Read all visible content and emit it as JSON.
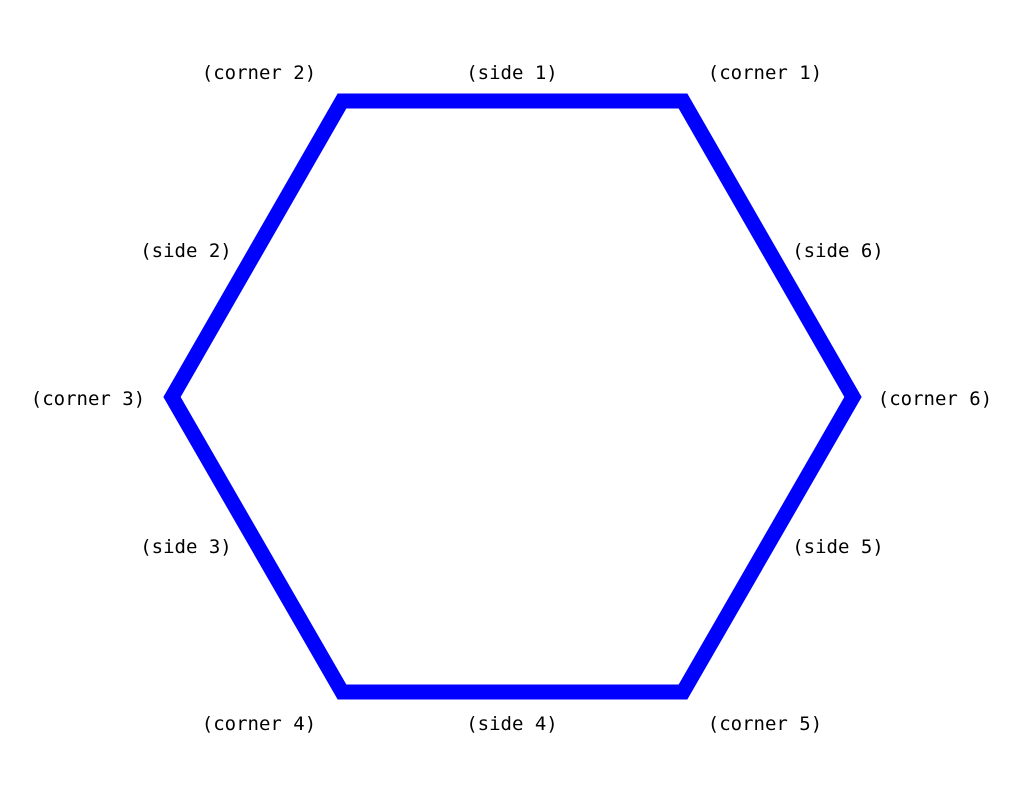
{
  "shape": {
    "type": "regular-hexagon",
    "stroke_color": "#0000ff",
    "fill_color": "#ffffff"
  },
  "labels": {
    "corner_1": "(corner 1)",
    "corner_2": "(corner 2)",
    "corner_3": "(corner 3)",
    "corner_4": "(corner 4)",
    "corner_5": "(corner 5)",
    "corner_6": "(corner 6)",
    "side_1": "(side 1)",
    "side_2": "(side 2)",
    "side_3": "(side 3)",
    "side_4": "(side 4)",
    "side_5": "(side 5)",
    "side_6": "(side 6)"
  }
}
